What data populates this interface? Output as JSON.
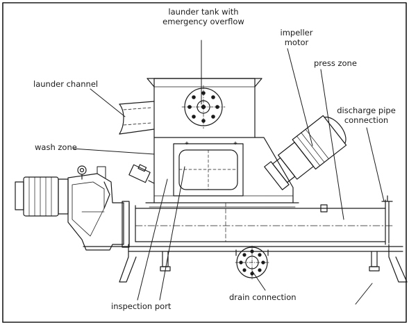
{
  "labels": {
    "launder_tank": [
      "launder tank with",
      "emergency overflow"
    ],
    "impeller_motor": [
      "impeller",
      "motor"
    ],
    "press_zone": "press zone",
    "launder_channel": "launder channel",
    "discharge_pipe": [
      "discharge pipe",
      "connection"
    ],
    "wash_zone": "wash zone",
    "inspection_port": "inspection port",
    "drain_connection": "drain connection"
  }
}
